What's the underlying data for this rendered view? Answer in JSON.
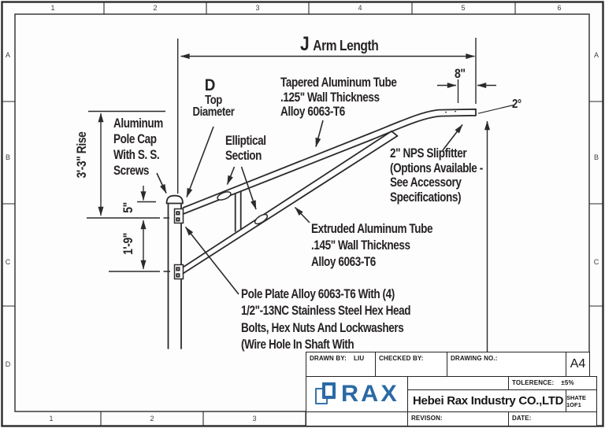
{
  "sheet": {
    "top_numbers": [
      "1",
      "2",
      "3",
      "4",
      "5",
      "6"
    ],
    "bottom_numbers": [
      "1",
      "2",
      "3"
    ],
    "left_letters": [
      "A",
      "B",
      "C",
      "D"
    ],
    "right_letters": [
      "A",
      "B",
      "C"
    ]
  },
  "drawing": {
    "arm_length_symbol": "J",
    "arm_length_text": "Arm Length",
    "top_diameter_symbol": "D",
    "top_diameter_text": "Top\nDiameter",
    "rise_label": "3'-3\" Rise",
    "dim_5in": "5\"",
    "dim_1ft9": "1'-9\"",
    "dim_8in": "8\"",
    "dim_2deg": "2°",
    "pole_cap_note": "Aluminum\nPole Cap\nWith S. S.\nScrews",
    "tapered_note": "Tapered Aluminum Tube\n.125\" Wall Thickness\nAlloy 6063-T6",
    "elliptical_note": "Elliptical\nSection",
    "slipfitter_note": "2\" NPS Slipfitter\n(Options Available -\nSee Accessory\nSpecifications)",
    "extruded_note": "Extruded Aluminum Tube\n.145\" Wall Thickness\nAlloy 6063-T6",
    "pole_plate_note": "Pole Plate Alloy 6063-T6 With (4)\n1/2\"-13NC Stainless Steel Hex Head\nBolts, Hex Nuts And Lockwashers\n(Wire Hole In Shaft With"
  },
  "title_block": {
    "drawn_by_label": "DRAWN BY:",
    "drawn_by_value": "LIU",
    "checked_by_label": "CHECKED BY:",
    "drawing_no_label": "DRAWING NO.:",
    "paper_size": "A4",
    "tolerance_label": "TOLERENCE:",
    "tolerance_value": "±5%",
    "company": "Hebei Rax Industry CO.,LTD",
    "sheet_note": "SHATE 1OF1",
    "revision_label": "REVISON:",
    "date_label": "DATE:",
    "logo_text": "RAX"
  },
  "colors": {
    "line": "#2d2a2b",
    "text": "#272324",
    "logo_blue": "#2a6aa5"
  }
}
